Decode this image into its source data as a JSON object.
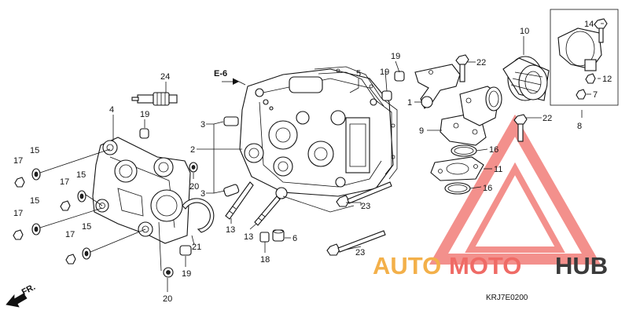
{
  "diagram": {
    "ref_code": "E-6",
    "drawing_code": "KRJ7E0200",
    "direction_label": "FR.",
    "callouts": [
      "1",
      "2",
      "3",
      "3",
      "4",
      "5",
      "6",
      "7",
      "8",
      "9",
      "10",
      "11",
      "12",
      "13",
      "13",
      "14",
      "15",
      "15",
      "15",
      "15",
      "16",
      "16",
      "17",
      "17",
      "17",
      "17",
      "18",
      "19",
      "19",
      "19",
      "19",
      "20",
      "20",
      "21",
      "22",
      "22",
      "23",
      "23",
      "24"
    ]
  },
  "watermark": {
    "part1": "AUTO",
    "part2": "MOTO",
    "part3": "HUB",
    "color_orange": "#f3b04a",
    "color_red": "#ef6b66",
    "color_dark": "#3a3a3a"
  }
}
